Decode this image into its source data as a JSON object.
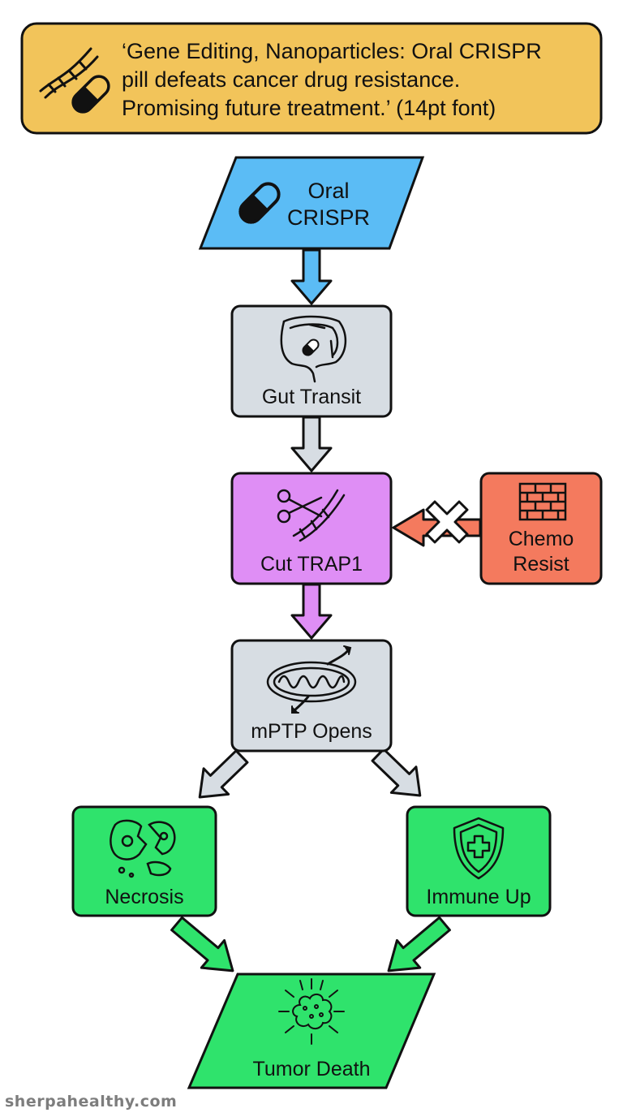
{
  "header": {
    "lines": [
      "‘Gene Editing, Nanoparticles: Oral CRISPR",
      "pill defeats cancer drug resistance.",
      "Promising future treatment.’ (14pt font)"
    ],
    "icon": "dna-capsule-icon",
    "color": "#f2c45a"
  },
  "nodes": {
    "oral_crispr": {
      "lines": [
        "Oral",
        "CRISPR"
      ],
      "icon": "capsule-icon",
      "color": "#5bbcf5"
    },
    "gut_transit": {
      "label": "Gut Transit",
      "icon": "intestine-icon",
      "color": "#d7dde3"
    },
    "cut_trap1": {
      "label": "Cut TRAP1",
      "icon": "scissors-dna-icon",
      "color": "#df8ef5"
    },
    "chemo_resist": {
      "lines": [
        "Chemo",
        "Resist"
      ],
      "icon": "brick-wall-icon",
      "color": "#f47a5e"
    },
    "mptp_opens": {
      "label": "mPTP Opens",
      "icon": "mitochondria-icon",
      "color": "#d7dde3"
    },
    "necrosis": {
      "label": "Necrosis",
      "icon": "broken-cell-icon",
      "color": "#2fe36c"
    },
    "immune_up": {
      "label": "Immune Up",
      "icon": "shield-plus-icon",
      "color": "#2fe36c"
    },
    "tumor_death": {
      "label": "Tumor Death",
      "icon": "tumor-burst-icon",
      "color": "#2fe36c"
    }
  },
  "edges": [
    {
      "from": "oral_crispr",
      "to": "gut_transit",
      "color": "#5bbcf5"
    },
    {
      "from": "gut_transit",
      "to": "cut_trap1",
      "color": "#d7dde3"
    },
    {
      "from": "chemo_resist",
      "to": "cut_trap1",
      "color": "#f47a5e",
      "blocked": true
    },
    {
      "from": "cut_trap1",
      "to": "mptp_opens",
      "color": "#df8ef5"
    },
    {
      "from": "mptp_opens",
      "to": "necrosis",
      "color": "#d7dde3"
    },
    {
      "from": "mptp_opens",
      "to": "immune_up",
      "color": "#d7dde3"
    },
    {
      "from": "necrosis",
      "to": "tumor_death",
      "color": "#2fe36c"
    },
    {
      "from": "immune_up",
      "to": "tumor_death",
      "color": "#2fe36c"
    }
  ],
  "watermark": "sherpahealthy.com"
}
